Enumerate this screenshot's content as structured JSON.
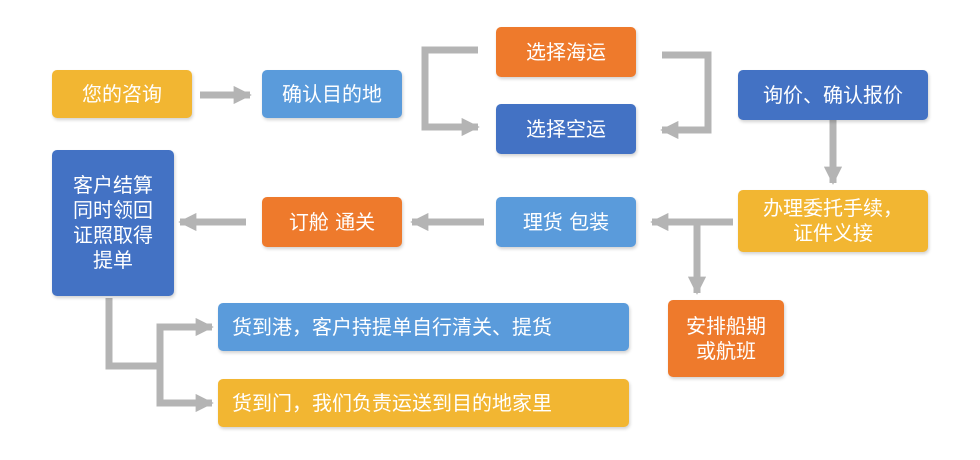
{
  "colors": {
    "yellow": "#f2b632",
    "light_blue": "#5a9bdb",
    "dark_blue": "#4372c4",
    "orange": "#ee7a2c",
    "arrow_gray": "#b4b4b4"
  },
  "nodes": {
    "inquiry": "您的咨询",
    "confirm_destination": "确认目的地",
    "sea_freight": "选择海运",
    "air_freight": "选择空运",
    "quote": "询价、确认报价",
    "entrust": "办理委托手续，\n证件义接",
    "schedule": "安排船期\n或航班",
    "cargo_packing": "理货 包装",
    "booking_clearance": "订舱 通关",
    "settlement": "客户结算\n同时领回\n证照取得\n提单",
    "port_pickup": "货到港，客户持提单自行清关、提货",
    "door_delivery": "货到门，我们负责运送到目的地家里"
  }
}
